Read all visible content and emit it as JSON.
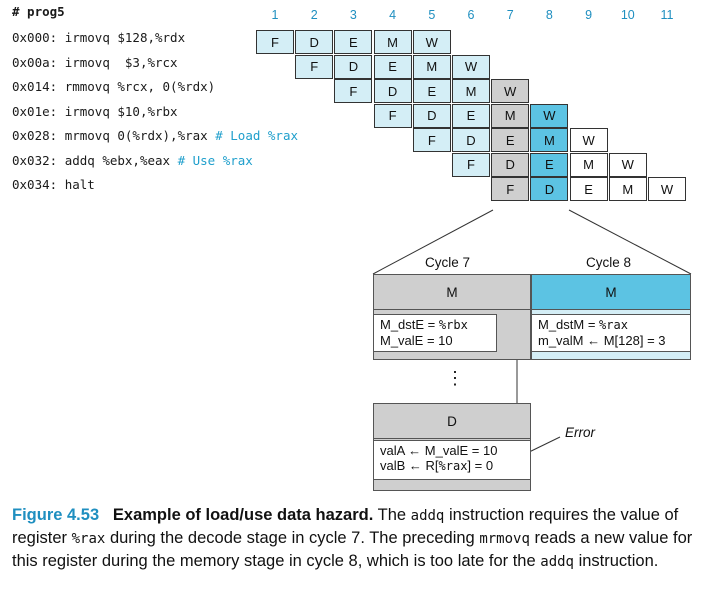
{
  "program": {
    "title": "# prog5",
    "lines": [
      {
        "addr": "0x000:",
        "instr": "irmovq $128,%rdx",
        "comment": ""
      },
      {
        "addr": "0x00a:",
        "instr": "irmovq  $3,%rcx",
        "comment": ""
      },
      {
        "addr": "0x014:",
        "instr": "rmmovq %rcx, 0(%rdx)",
        "comment": ""
      },
      {
        "addr": "0x01e:",
        "instr": "irmovq $10,%rbx",
        "comment": ""
      },
      {
        "addr": "0x028:",
        "instr": "mrmovq 0(%rdx),%rax",
        "comment": "# Load %rax"
      },
      {
        "addr": "0x032:",
        "instr": "addq %ebx,%eax",
        "comment": "# Use %rax"
      },
      {
        "addr": "0x034:",
        "instr": "halt",
        "comment": ""
      }
    ]
  },
  "cycles": [
    "1",
    "2",
    "3",
    "4",
    "5",
    "6",
    "7",
    "8",
    "9",
    "10",
    "11"
  ],
  "stage_labels": [
    "F",
    "D",
    "E",
    "M",
    "W"
  ],
  "pipeline_start_cycles": [
    1,
    2,
    3,
    4,
    5,
    6,
    7
  ],
  "colors": {
    "accent_blue": "#1f8fc0",
    "stage_light": "#d4eef6",
    "stage_gray": "#cfcfcf",
    "stage_blue": "#5cc3e3"
  },
  "detail": {
    "cycle7": {
      "label": "Cycle 7",
      "m_header": "M",
      "m_line1_prefix": "M_dstE = ",
      "m_line1_reg": "%rbx",
      "m_line2": "M_valE = 10",
      "d_header": "D",
      "d_line1": "valA ← M_valE = 10",
      "d_line2_prefix": "valB ← R[",
      "d_line2_reg": "%rax",
      "d_line2_suffix": "] = 0"
    },
    "cycle8": {
      "label": "Cycle 8",
      "m_header": "M",
      "m_line1_prefix": "M_dstM = ",
      "m_line1_reg": "%rax",
      "m_line2": "m_valM ← M[128] = 3"
    },
    "ellipsis": "⋮",
    "error_label": "Error"
  },
  "caption": {
    "figure": "Figure 4.53",
    "title": "Example of load/use data hazard.",
    "t1": "The",
    "c1": "addq",
    "t2": "instruction requires the value of register",
    "c2": "%rax",
    "t3": "during the decode stage in cycle 7. The preceding",
    "c3": "mrmovq",
    "t4": "reads a new value for this register during the memory stage in cycle 8, which is too late for the",
    "c4": "addq",
    "t5": "instruction."
  }
}
